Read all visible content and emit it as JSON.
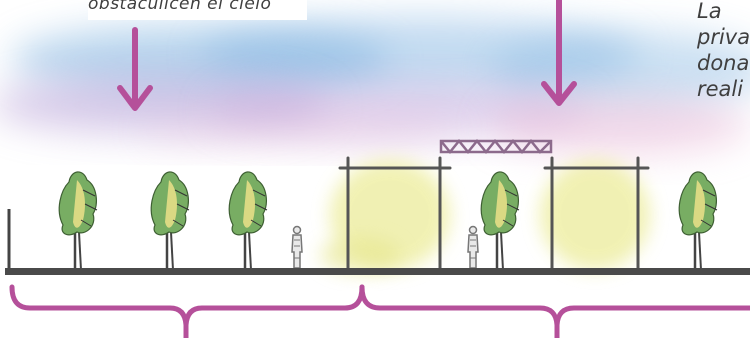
{
  "annotations": {
    "left_note": "obstaculicen el cielo",
    "right_note_lines": [
      "La",
      "priva",
      "dona",
      "reali"
    ]
  },
  "colors": {
    "sky_blue": "#7fb2df",
    "sky_purple": "#b9a3d8",
    "sky_pink": "#e7b5d5",
    "arrow_magenta": "#b5509a",
    "ground": "#4a4a4a",
    "light_yellow": "#ecec9a",
    "tree_green": "#78ad63",
    "tree_yellow": "#e4de86",
    "truss": "#8c6a8c"
  },
  "icons": [
    "tree-icon",
    "person-icon",
    "down-arrow-icon",
    "truss-icon",
    "bracket-icon"
  ]
}
